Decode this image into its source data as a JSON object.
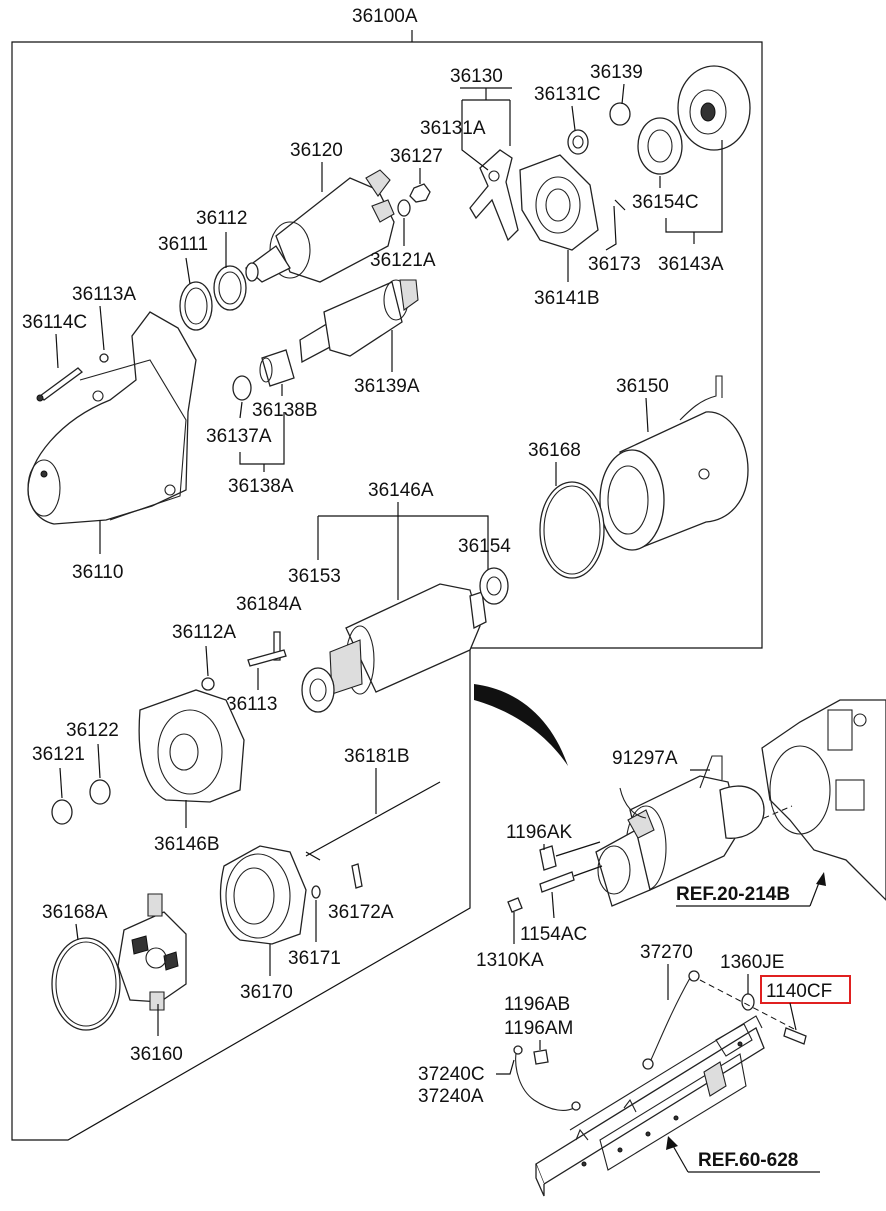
{
  "assembly_label": "36100A",
  "parts": {
    "p36130": "36130",
    "p36139": "36139",
    "p36131C": "36131C",
    "p36131A": "36131A",
    "p36120": "36120",
    "p36127": "36127",
    "p36112": "36112",
    "p36111": "36111",
    "p36121A": "36121A",
    "p36154C": "36154C",
    "p36173": "36173",
    "p36143A": "36143A",
    "p36141B": "36141B",
    "p36113A": "36113A",
    "p36114C": "36114C",
    "p36139A": "36139A",
    "p36138B": "36138B",
    "p36137A": "36137A",
    "p36138A": "36138A",
    "p36150": "36150",
    "p36168": "36168",
    "p36146A": "36146A",
    "p36110": "36110",
    "p36154": "36154",
    "p36153": "36153",
    "p36184A": "36184A",
    "p36112A": "36112A",
    "p36113": "36113",
    "p36122": "36122",
    "p36121": "36121",
    "p36181B": "36181B",
    "p36146B": "36146B",
    "p36168A": "36168A",
    "p36172A": "36172A",
    "p36171": "36171",
    "p36170": "36170",
    "p36160": "36160",
    "p91297A": "91297A",
    "p1196AK": "1196AK",
    "p1154AC": "1154AC",
    "p1310KA": "1310KA",
    "p37270": "37270",
    "p1360JE": "1360JE",
    "p1140CF": "1140CF",
    "p1196AB": "1196AB",
    "p1196AM": "1196AM",
    "p37240C": "37240C",
    "p37240A": "37240A"
  },
  "refs": {
    "engine": "REF.20-214B",
    "frame": "REF.60-628"
  },
  "highlight_color": "#e02020"
}
